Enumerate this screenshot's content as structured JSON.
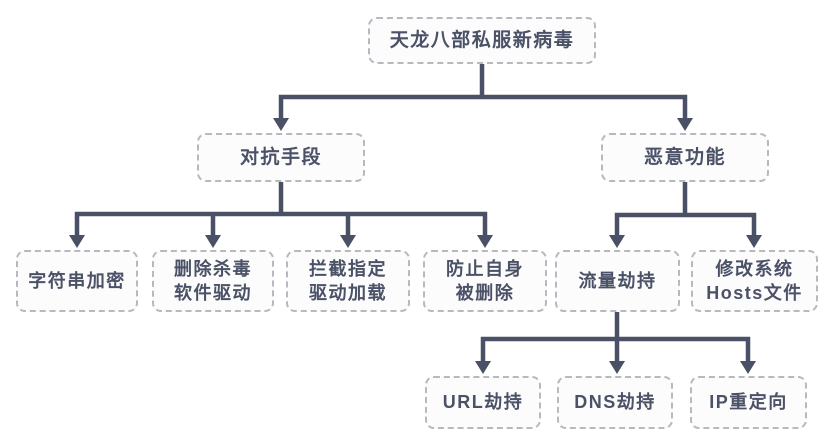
{
  "colors": {
    "line": "#4a5065",
    "text": "#4b5166",
    "box_border": "#b7b8c0",
    "box_bg": "#fcfcfd",
    "page_bg": "#ffffff"
  },
  "diagram": {
    "type": "tree-flowchart",
    "nodes": {
      "root": {
        "label": "天龙八部私服新病毒"
      },
      "countermeasures": {
        "label": "对抗手段"
      },
      "malicious_functions": {
        "label": "恶意功能"
      },
      "string_encryption": {
        "label": "字符串加密"
      },
      "delete_antivirus_driver": {
        "label": "删除杀毒\n软件驱动"
      },
      "block_driver_loading": {
        "label": "拦截指定\n驱动加载"
      },
      "prevent_self_deletion": {
        "label": "防止自身\n被删除"
      },
      "traffic_hijacking": {
        "label": "流量劫持"
      },
      "modify_hosts_file": {
        "label": "修改系统\nHosts文件"
      },
      "url_hijacking": {
        "label": "URL劫持"
      },
      "dns_hijacking": {
        "label": "DNS劫持"
      },
      "ip_redirection": {
        "label": "IP重定向"
      }
    },
    "edges": [
      [
        "root",
        "countermeasures"
      ],
      [
        "root",
        "malicious_functions"
      ],
      [
        "countermeasures",
        "string_encryption"
      ],
      [
        "countermeasures",
        "delete_antivirus_driver"
      ],
      [
        "countermeasures",
        "block_driver_loading"
      ],
      [
        "countermeasures",
        "prevent_self_deletion"
      ],
      [
        "malicious_functions",
        "traffic_hijacking"
      ],
      [
        "malicious_functions",
        "modify_hosts_file"
      ],
      [
        "traffic_hijacking",
        "url_hijacking"
      ],
      [
        "traffic_hijacking",
        "dns_hijacking"
      ],
      [
        "traffic_hijacking",
        "ip_redirection"
      ]
    ]
  }
}
